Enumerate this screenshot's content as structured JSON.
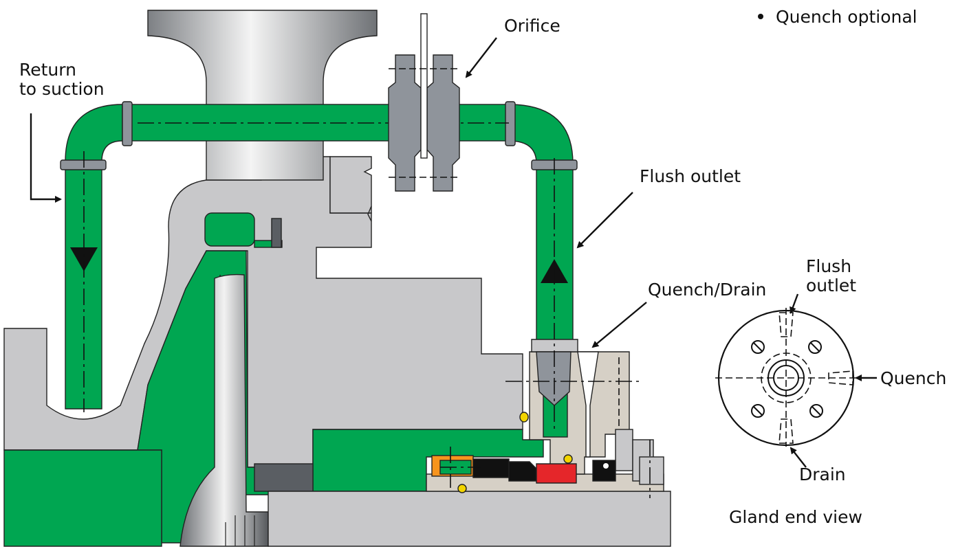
{
  "labels": {
    "orifice": "Orifice",
    "return_line1": "Return",
    "return_line2": "to suction",
    "flush_outlet": "Flush outlet",
    "quench_drain": "Quench/Drain",
    "bullet_note": "Quench optional",
    "end_view_flush_line1": "Flush",
    "end_view_flush_line2": "outlet",
    "end_view_quench": "Quench",
    "end_view_drain": "Drain",
    "gland_end_view": "Gland end view"
  },
  "colors": {
    "green": "#00a651",
    "gray_light": "#c8c8ca",
    "gray_mid": "#8f949b",
    "gray_dark": "#5a5e63",
    "tan": "#d6d0c6",
    "red": "#e5262a",
    "orange": "#f7941d",
    "black": "#111111"
  }
}
